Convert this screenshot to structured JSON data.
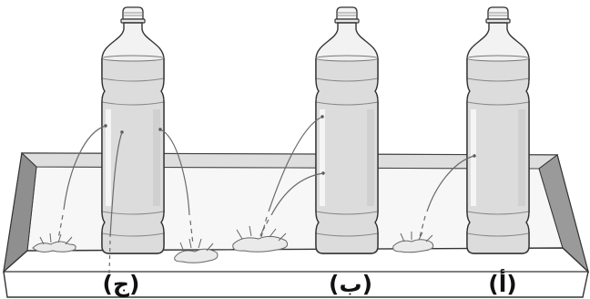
{
  "figure": {
    "bottles": [
      {
        "id": "c",
        "label": "(ج)",
        "holes": 3
      },
      {
        "id": "b",
        "label": "(ب)",
        "holes": 2
      },
      {
        "id": "a",
        "label": "(أ)",
        "holes": 1
      }
    ]
  }
}
